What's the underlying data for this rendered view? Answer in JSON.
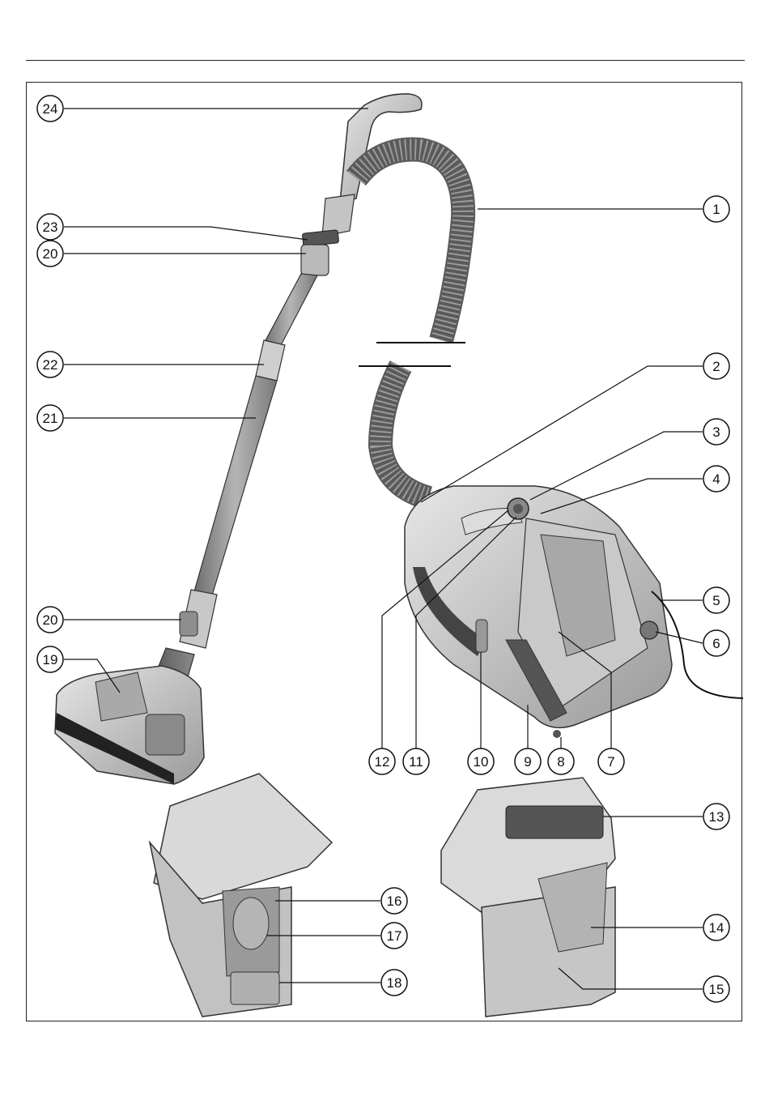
{
  "callouts": [
    {
      "id": "c24",
      "number": "24",
      "part": "handle"
    },
    {
      "id": "c23",
      "number": "23",
      "part": "hose-swivel-ring"
    },
    {
      "id": "c20a",
      "number": "20",
      "part": "wand-release-button-upper"
    },
    {
      "id": "c22",
      "number": "22",
      "part": "wand-adjuster-sleeve"
    },
    {
      "id": "c21",
      "number": "21",
      "part": "telescopic-wand"
    },
    {
      "id": "c20b",
      "number": "20",
      "part": "wand-release-button-lower"
    },
    {
      "id": "c19",
      "number": "19",
      "part": "floor-head"
    },
    {
      "id": "c1",
      "number": "1",
      "part": "suction-hose"
    },
    {
      "id": "c2",
      "number": "2",
      "part": "body-lid"
    },
    {
      "id": "c3",
      "number": "3",
      "part": "carry-handle"
    },
    {
      "id": "c4",
      "number": "4",
      "part": "top-panel"
    },
    {
      "id": "c5",
      "number": "5",
      "part": "cable"
    },
    {
      "id": "c6",
      "number": "6",
      "part": "cable-rewind-button"
    },
    {
      "id": "c12",
      "number": "12",
      "part": "lid-release"
    },
    {
      "id": "c11",
      "number": "11",
      "part": "power-dial"
    },
    {
      "id": "c10",
      "number": "10",
      "part": "side-handle"
    },
    {
      "id": "c9",
      "number": "9",
      "part": "container-slot"
    },
    {
      "id": "c8",
      "number": "8",
      "part": "castor"
    },
    {
      "id": "c7",
      "number": "7",
      "part": "container-bay"
    },
    {
      "id": "c13",
      "number": "13",
      "part": "container-grip"
    },
    {
      "id": "c14",
      "number": "14",
      "part": "container-lid-catch"
    },
    {
      "id": "c15",
      "number": "15",
      "part": "dust-container"
    },
    {
      "id": "c16",
      "number": "16",
      "part": "filter-cover"
    },
    {
      "id": "c17",
      "number": "17",
      "part": "filter"
    },
    {
      "id": "c18",
      "number": "18",
      "part": "filter-latch"
    }
  ]
}
